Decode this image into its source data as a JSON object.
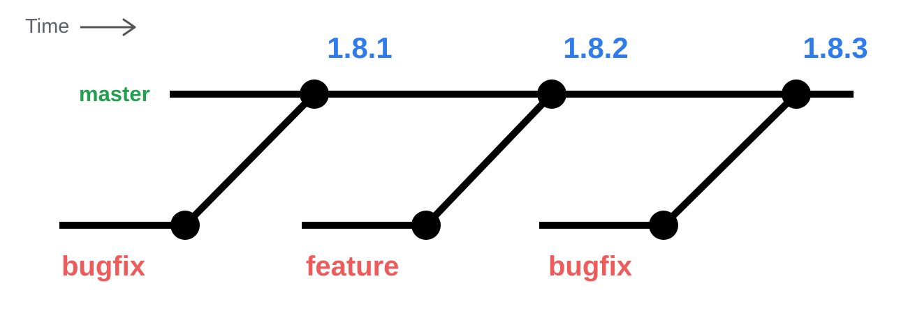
{
  "diagram": {
    "title_semantic": "git-release-branching-diagram",
    "time_axis": {
      "label": "Time",
      "arrow_icon": "right-arrow-icon",
      "direction": "left-to-right"
    },
    "master_branch": {
      "label": "master"
    },
    "releases": [
      {
        "version": "1.8.1"
      },
      {
        "version": "1.8.2"
      },
      {
        "version": "1.8.3"
      }
    ],
    "topic_branches": [
      {
        "label": "bugfix",
        "merges_into": "1.8.1"
      },
      {
        "label": "feature",
        "merges_into": "1.8.2"
      },
      {
        "label": "bugfix",
        "merges_into": "1.8.3"
      }
    ]
  },
  "colors": {
    "background": "#ffffff",
    "graph_lines": "#000000",
    "commit_dots": "#000000",
    "master_label": "#21a04d",
    "release_label": "#2e7ceb",
    "topic_branch_label": "#ee5b5b",
    "time_label": "#5f6368",
    "time_arrow": "#555555"
  }
}
